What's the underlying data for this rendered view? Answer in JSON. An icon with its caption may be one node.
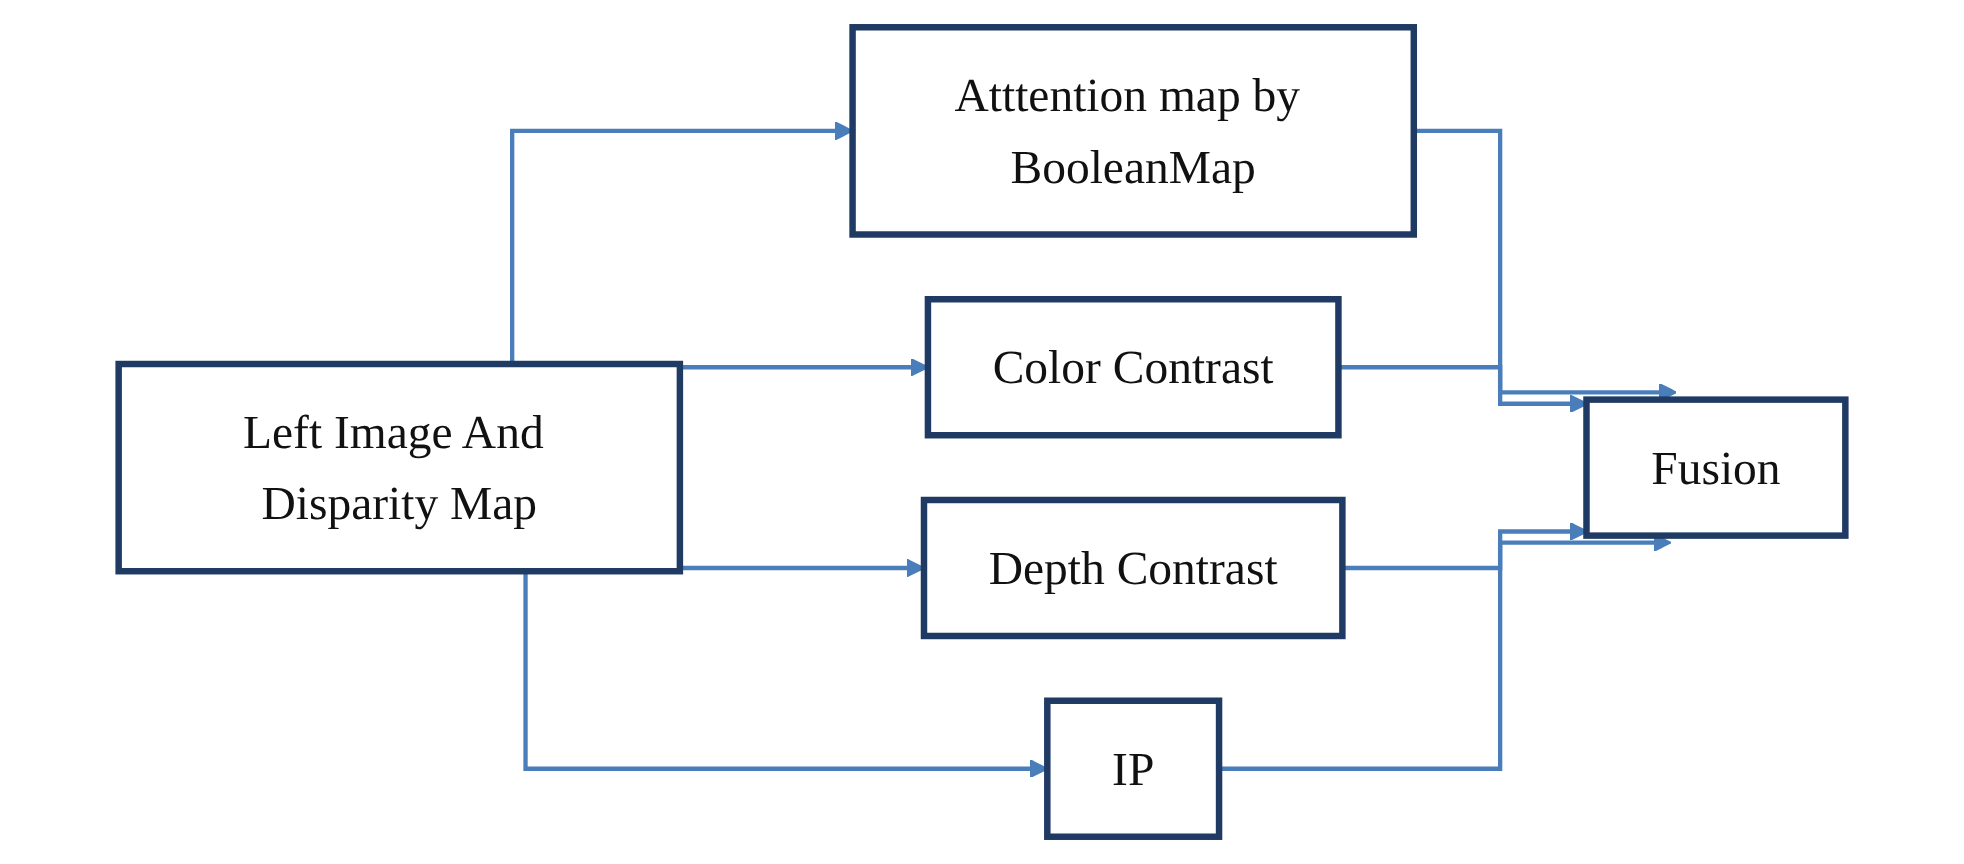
{
  "diagram": {
    "nodes": [
      {
        "text": [
          "Left Image And Disparity Map"
        ]
      },
      {
        "text": [
          "Atttention map by BooleanMap"
        ]
      },
      {
        "text": [
          "Color Contrast"
        ]
      },
      {
        "text": [
          "Depth Contrast"
        ]
      },
      {
        "text": [
          "IP"
        ]
      },
      {
        "text": [
          "Fusion"
        ]
      }
    ],
    "edges": [
      {
        "from": 0,
        "to": 1,
        "arrow": "to"
      },
      {
        "from": 0,
        "to": 2,
        "arrow": "to"
      },
      {
        "from": 0,
        "to": 3,
        "arrow": "to"
      },
      {
        "from": 0,
        "to": 4,
        "arrow": "to"
      },
      {
        "from": 1,
        "to": 5,
        "arrow": "to"
      },
      {
        "from": 2,
        "to": 5,
        "arrow": "to"
      },
      {
        "from": 3,
        "to": 5,
        "arrow": "to"
      },
      {
        "from": 4,
        "to": 5,
        "arrow": "to"
      }
    ]
  }
}
